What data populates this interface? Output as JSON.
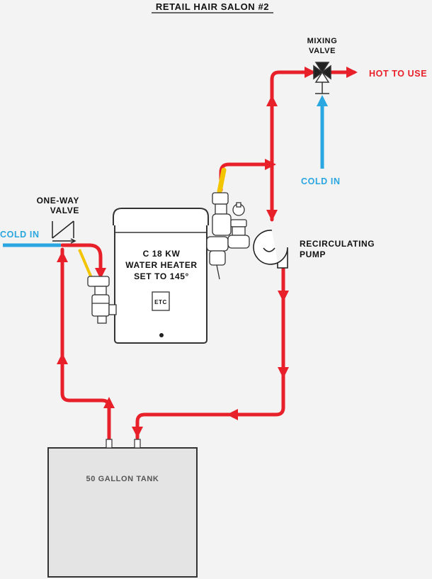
{
  "title": "RETAIL HAIR SALON #2",
  "labels": {
    "mixing_valve": [
      "MIXING",
      "VALVE"
    ],
    "hot_to_use": "HOT TO USE",
    "cold_in_right": "COLD IN",
    "cold_in_left": "COLD IN",
    "one_way_valve": [
      "ONE-WAY",
      "VALVE"
    ],
    "recirculating_pump": [
      "RECIRCULATING",
      "PUMP"
    ],
    "heater": [
      "C 18 KW",
      "WATER HEATER",
      "SET TO 145°"
    ],
    "heater_badge": "ETC",
    "tank": "50 GALLON TANK"
  },
  "colors": {
    "hot": "#e8202a",
    "cold": "#2aa6e0",
    "outline": "#333333",
    "text": "#111111",
    "tank_text": "#555555",
    "handle": "#f2c500",
    "background": "#f3f3f3"
  }
}
